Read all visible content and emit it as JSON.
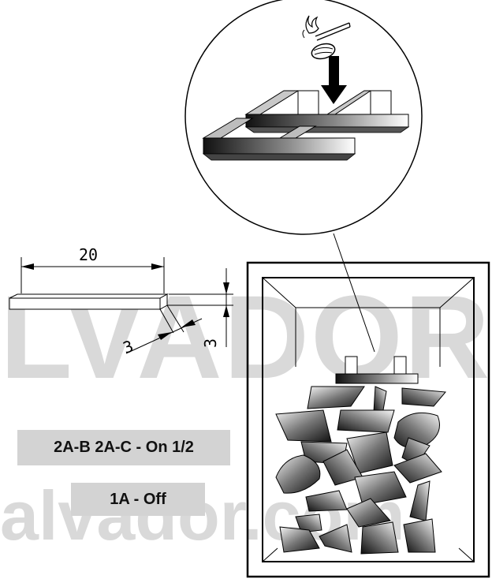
{
  "watermark": {
    "line1": "LVADOR",
    "line2": "alvador.com"
  },
  "dimensions": {
    "length": "20",
    "width": "3",
    "height": "3"
  },
  "labels": {
    "setting_1": "2A-B  2A-C - On 1/2",
    "setting_2": "1A - Off"
  },
  "icons": [
    "match-icon",
    "fire-lighter-icon",
    "down-arrow-icon"
  ]
}
